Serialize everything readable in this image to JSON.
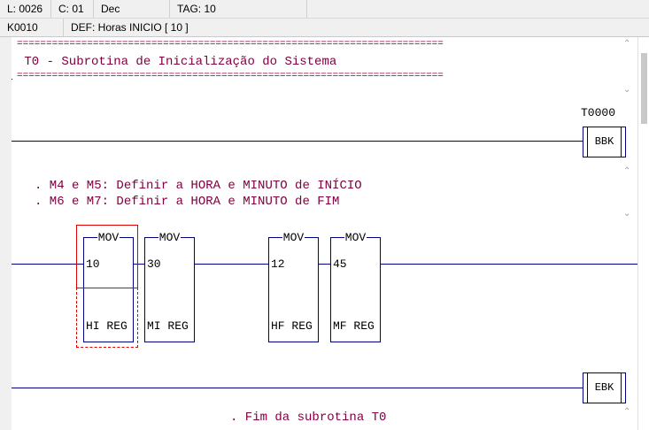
{
  "status": {
    "line": "L: 0026",
    "column": "C: 01",
    "format": "Dec",
    "tag": "TAG: 10",
    "key": "K0010",
    "definition": "DEF: Horas INICIO [ 10 ]"
  },
  "header_comment": {
    "rule": "=========================================================================",
    "title": " T0 - Subrotina de Inicialização do Sistema"
  },
  "rung_bbk": {
    "label": "T0000",
    "block": "BBK"
  },
  "comment2": {
    "line1": ". M4 e M5: Definir a HORA e MINUTO de INÍCIO",
    "line2": ". M6 e M7: Definir a HORA e MINUTO de FIM"
  },
  "mov_blocks": [
    {
      "title": "MOV",
      "value": "10",
      "operand": "HI REG"
    },
    {
      "title": "MOV",
      "value": "30",
      "operand": "MI REG"
    },
    {
      "title": "MOV",
      "value": "12",
      "operand": "HF REG"
    },
    {
      "title": "MOV",
      "value": "45",
      "operand": "MF REG"
    }
  ],
  "rung_ebk": {
    "block": "EBK"
  },
  "footer_comment": ". Fim da subrotina T0",
  "colors": {
    "comment": "#800040",
    "wire": "#000080",
    "selection": "#e00000"
  }
}
